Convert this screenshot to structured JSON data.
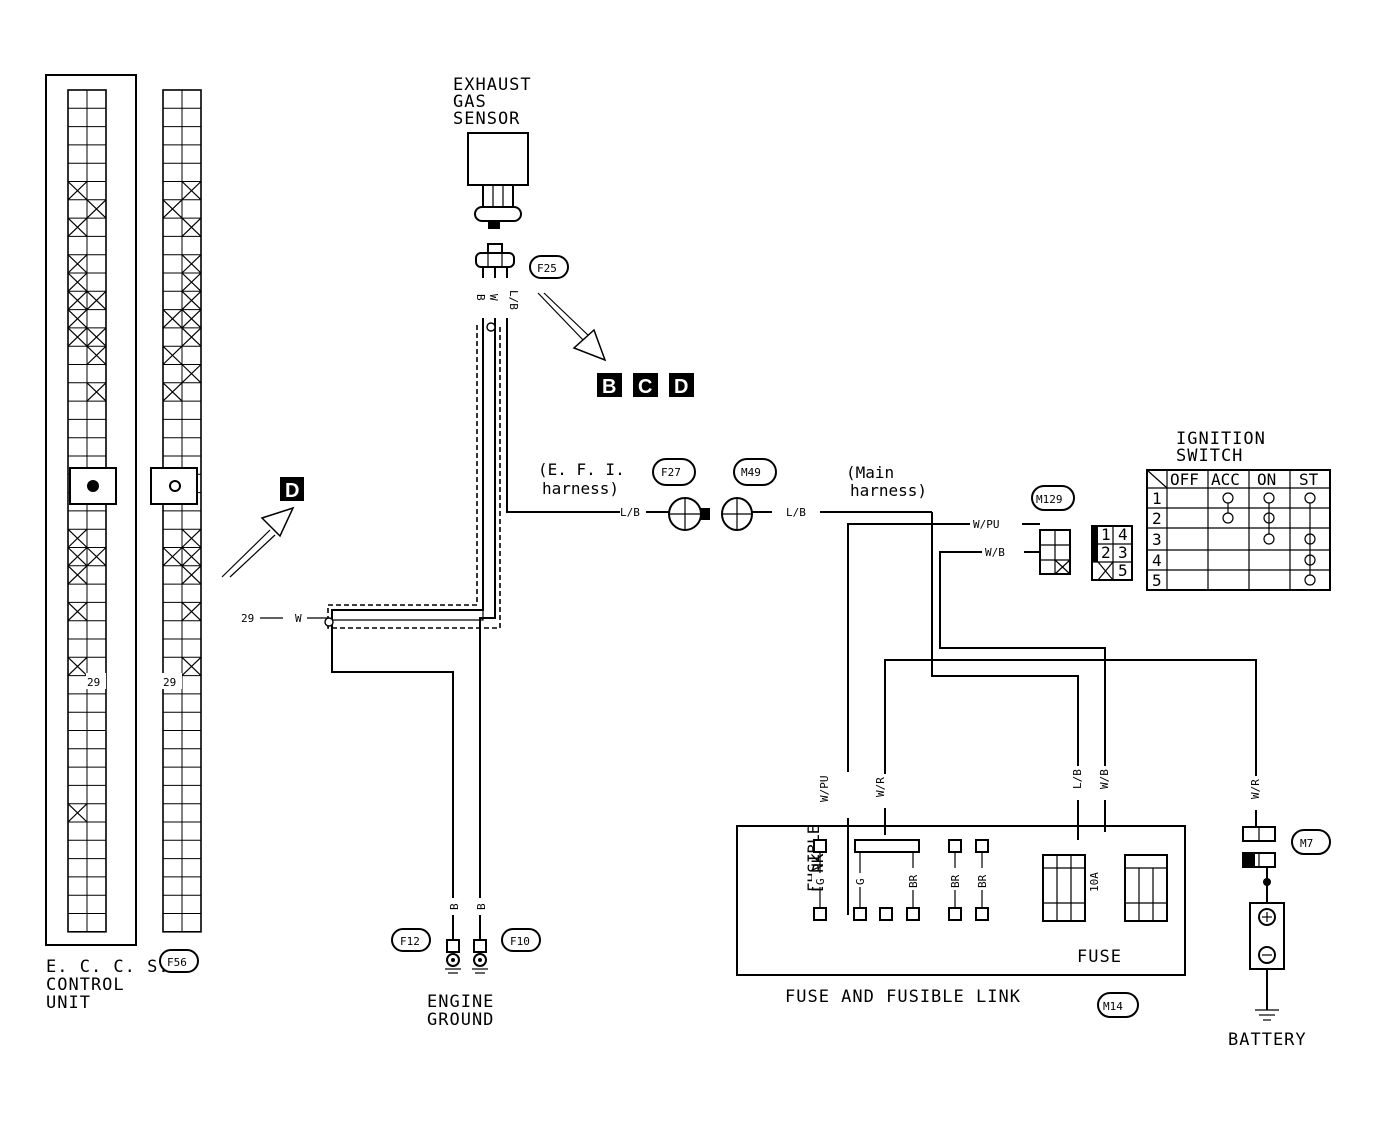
{
  "ecm": {
    "label_lines": [
      "E. C. C. S.",
      "CONTROL",
      "UNIT"
    ],
    "pin": "29"
  },
  "connector_f56": {
    "id": "F56",
    "pin": "29"
  },
  "exhaust_sensor": {
    "label_lines": [
      "EXHAUST",
      "GAS",
      "SENSOR"
    ],
    "connector": "F25",
    "pins": [
      "B",
      "W",
      "L/B"
    ]
  },
  "refs": {
    "group": [
      "B",
      "C",
      "D"
    ],
    "single": "D"
  },
  "wires": {
    "pin29": "29",
    "pin29_color": "W",
    "efi_harness_lines": [
      "(E. F. I.",
      "harness)"
    ],
    "main_harness_lines": [
      "(Main",
      "harness)"
    ],
    "lb": "L/B",
    "lb2": "L/B",
    "wpu": "W/PU",
    "wb": "W/B",
    "wpu_v": "W/PU",
    "wr_v": "W/R",
    "lb_v": "L/B",
    "wb_v": "W/B",
    "wr_batt": "W/R",
    "b1": "B",
    "b2": "B"
  },
  "connectors": {
    "f27": "F27",
    "m49": "M49",
    "m129": "M129",
    "m7": "M7",
    "f12": "F12",
    "f10": "F10",
    "m14": "M14"
  },
  "m129_pins": [
    "1",
    "4",
    "2",
    "3",
    "5"
  ],
  "ignition_switch": {
    "title_lines": [
      "IGNITION",
      "SWITCH"
    ],
    "columns": [
      "OFF",
      "ACC",
      "ON",
      "ST"
    ],
    "rows": [
      "1",
      "2",
      "3",
      "4",
      "5"
    ]
  },
  "ground": {
    "label_lines": [
      "ENGINE",
      "GROUND"
    ]
  },
  "fuse_block": {
    "title": "FUSE AND FUSIBLE LINK",
    "fusible_link_lines": [
      "FUSIBLE",
      "LINK"
    ],
    "link_colors": [
      "G",
      "G",
      "BR",
      "BR",
      "BR"
    ],
    "fuse_rating": "10A",
    "fuse_label": "FUSE"
  },
  "battery": {
    "label": "BATTERY"
  }
}
